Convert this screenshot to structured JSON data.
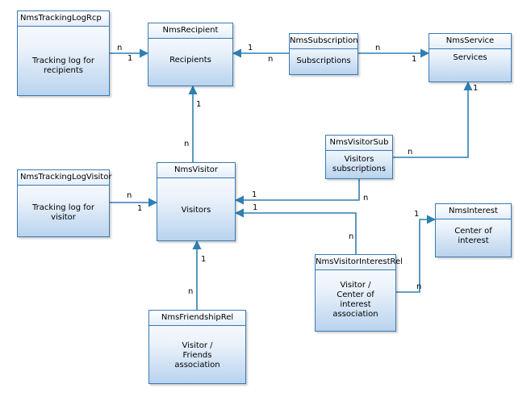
{
  "entities": {
    "tracking_log_rcp": {
      "name": "NmsTrackingLogRcp",
      "desc": "Tracking log for\nrecipients"
    },
    "recipient": {
      "name": "NmsRecipient",
      "desc": "Recipients"
    },
    "subscription": {
      "name": "NmsSubscription",
      "desc": "Subscriptions"
    },
    "service": {
      "name": "NmsService",
      "desc": "Services"
    },
    "visitor_sub": {
      "name": "NmsVisitorSub",
      "desc": "Visitors\nsubscriptions"
    },
    "tracking_log_visitor": {
      "name": "NmsTrackingLogVisitor",
      "desc": "Tracking log for\nvisitor"
    },
    "visitor": {
      "name": "NmsVisitor",
      "desc": "Visitors"
    },
    "interest": {
      "name": "NmsInterest",
      "desc": "Center of\ninterest"
    },
    "visitor_interest_rel": {
      "name": "NmsVisitorInterestRel",
      "desc": "Visitor /\nCenter of\ninterest\nassociation"
    },
    "friendship_rel": {
      "name": "NmsFriendshipRel",
      "desc": "Visitor /\nFriends\nassociation"
    }
  },
  "cardinalities": {
    "rcp_log_many": "n",
    "rcp_log_one": "1",
    "sub_to_rcp_one": "1",
    "sub_to_rcp_many": "n",
    "sub_to_svc_many": "n",
    "sub_to_svc_one": "1",
    "visitor_to_rcp_one": "1",
    "visitor_to_rcp_many": "n",
    "vsub_to_svc_one": "1",
    "vsub_to_svc_many": "n",
    "vlog_many": "n",
    "vlog_one": "1",
    "vsub_to_visitor_one": "1",
    "vsub_to_visitor_many": "n",
    "vint_to_visitor_one": "1",
    "vint_to_visitor_many": "n",
    "vint_to_interest_one": "1",
    "vint_to_interest_many": "n",
    "friend_one": "1",
    "friend_many": "n"
  },
  "colors": {
    "connector": "#2f7fb0",
    "border": "#3a78b0"
  }
}
